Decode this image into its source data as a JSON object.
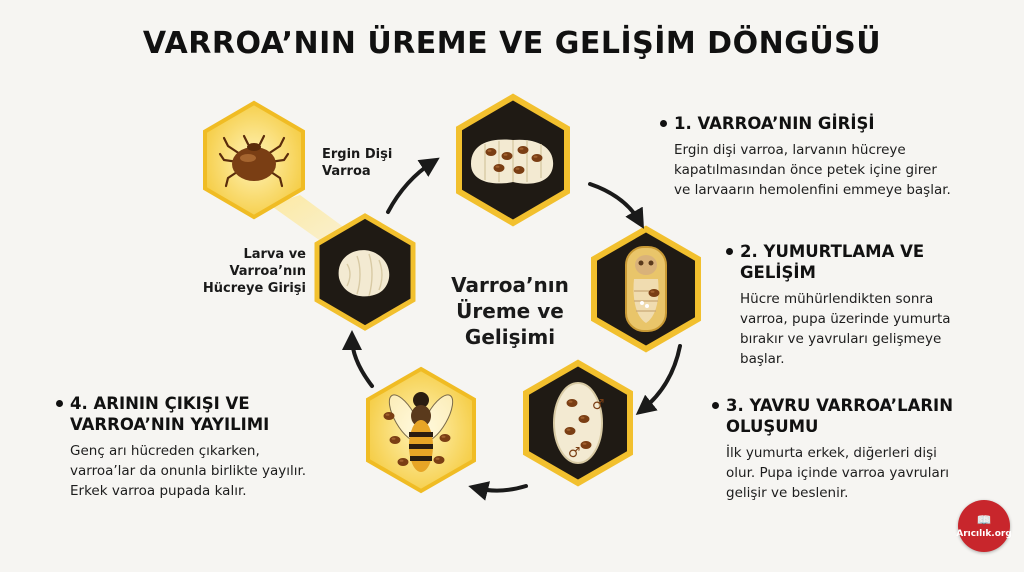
{
  "title": "VARROA’NIN ÜREME VE GELİŞİM DÖNGÜSÜ",
  "center": {
    "line1": "Varroa’nın",
    "line2": "Üreme ve",
    "line3": "Gelişimi"
  },
  "labels": {
    "adult": {
      "line1": "Ergin Dişi",
      "line2": "Varroa"
    },
    "larva": {
      "line1": "Larva ve",
      "line2": "Varroa’nın",
      "line3": "Hücreye Girişi"
    }
  },
  "steps": [
    {
      "title": "1. VARROA’NIN GİRİŞİ",
      "body": [
        "Ergin dişi varroa, larvanın hücreye",
        "kapatılmasından önce petek içine girer",
        "ve larvaarın hemolenfini emmeye başlar."
      ]
    },
    {
      "title": [
        "2. YUMURTLAMA VE",
        "GELİŞİM"
      ],
      "body": [
        "Hücre mühürlendikten sonra",
        "varroa, pupa üzerinde yumurta",
        "bırakır ve yavruları gelişmeye",
        "başlar."
      ]
    },
    {
      "title": [
        "3. YAVRU VARROA’LARIN",
        "OLUŞUMU"
      ],
      "body": [
        "İlk yumurta erkek, diğerleri dişi",
        "olur. Pupa içinde varroa yavruları",
        "gelişir ve beslenir."
      ]
    },
    {
      "title": [
        "4. ARININ ÇIKIŞI VE",
        "VARROA’NIN YAYILIMI"
      ],
      "body": [
        "Genç arı hücreden çıkarken,",
        "varroa’lar da onunla birlikte yayılır.",
        "Erkek varroa pupada kalır."
      ]
    }
  ],
  "icons": {
    "adult": "varroa-mite-icon",
    "larva": "larva-icon",
    "step1": "larva-with-mites-icon",
    "step2": "sealed-cell-pupa-icon",
    "step3": "pupa-with-young-mites-icon",
    "step4": "bee-with-mites-icon",
    "male_symbol": "♂"
  },
  "colors": {
    "hex_ring": "#f2c02e",
    "hex_dark": "#1f1a14",
    "mite": "#7a3e14",
    "larva": "#f3ead2",
    "logo": "#c8262c"
  },
  "logo": {
    "text": "Arıcılık.org"
  }
}
